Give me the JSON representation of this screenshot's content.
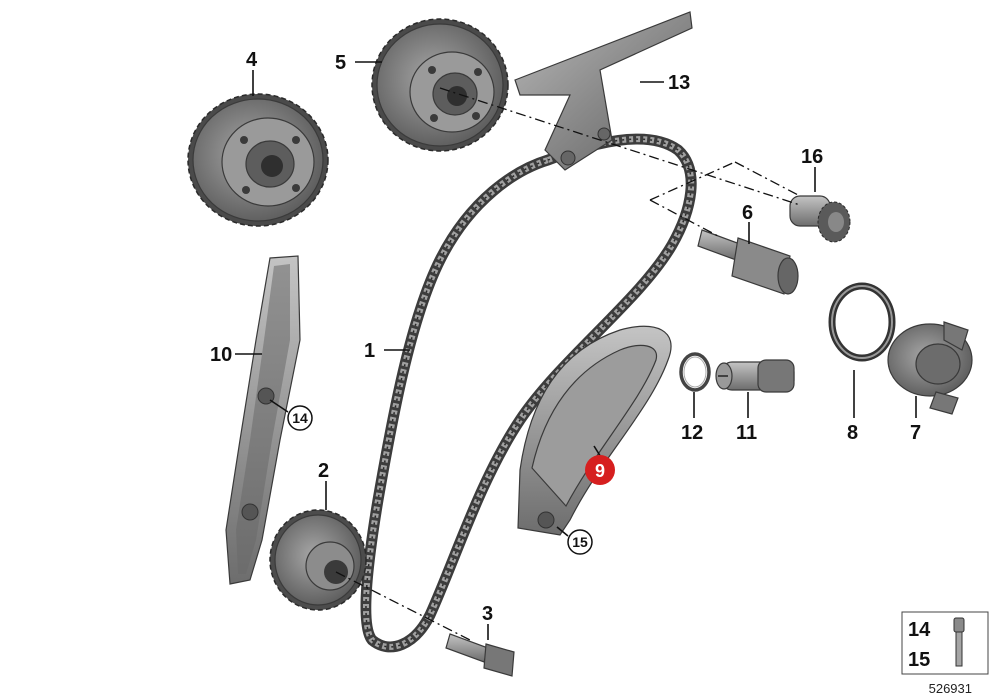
{
  "diagram": {
    "diagram_number": "526931",
    "highlight_color": "#d61f1f",
    "part_color": "#8d8d8d",
    "labels": {
      "p1": "1",
      "p2": "2",
      "p3": "3",
      "p4": "4",
      "p5": "5",
      "p6": "6",
      "p7": "7",
      "p8": "8",
      "p9": "9",
      "p10": "10",
      "p11": "11",
      "p12": "12",
      "p13": "13",
      "p14": "14",
      "p15": "15",
      "p16": "16",
      "c14": "14",
      "c15": "15"
    },
    "legend": {
      "item_a": "14",
      "item_b": "15"
    }
  }
}
